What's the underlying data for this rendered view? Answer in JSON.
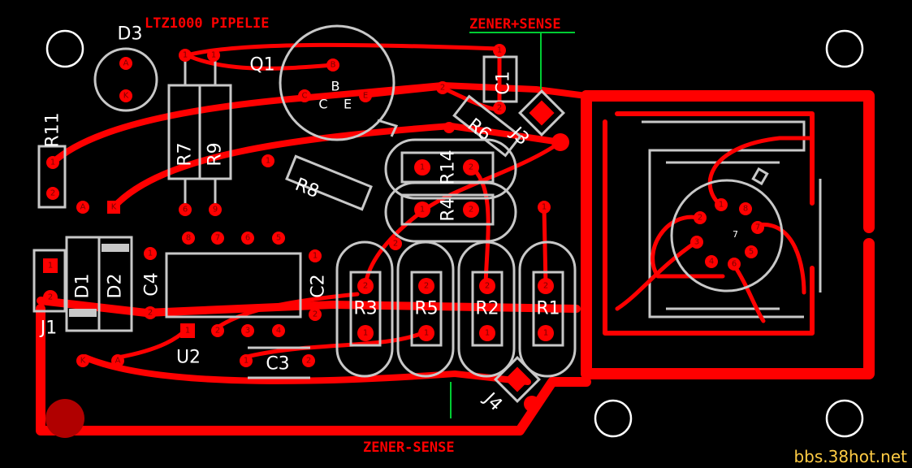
{
  "board": {
    "title": "LTZ1000  PIPELIE",
    "net_top": "ZENER+SENSE",
    "net_bottom": "ZENER-SENSE",
    "watermark": "bbs.38hot.net",
    "colors": {
      "copper": "#ff0000",
      "silk": "#c8c8c8",
      "background": "#000000",
      "net_label": "#00cc33"
    }
  },
  "labels": {
    "D3": "D3",
    "Q1": "Q1",
    "C1": "C1",
    "R6": "R6",
    "J3": "J3",
    "R11": "R11",
    "R7": "R7",
    "R9": "R9",
    "R8": "R8",
    "R14": "R14",
    "R4": "R4",
    "D1": "D1",
    "D2": "D2",
    "C4": "C4",
    "C2": "C2",
    "U2": "U2",
    "C3": "C3",
    "J1": "J1",
    "J4": "J4",
    "R3": "R3",
    "R5": "R5",
    "R2": "R2",
    "R1": "R1",
    "U1_pin": "7"
  },
  "pins": {
    "one": "1",
    "two": "2",
    "three": "3",
    "four": "4",
    "five": "5",
    "six": "6",
    "seven": "7",
    "eight": "8",
    "nine": "9",
    "A": "A",
    "K": "K",
    "B": "B",
    "C": "C",
    "E": "E"
  }
}
